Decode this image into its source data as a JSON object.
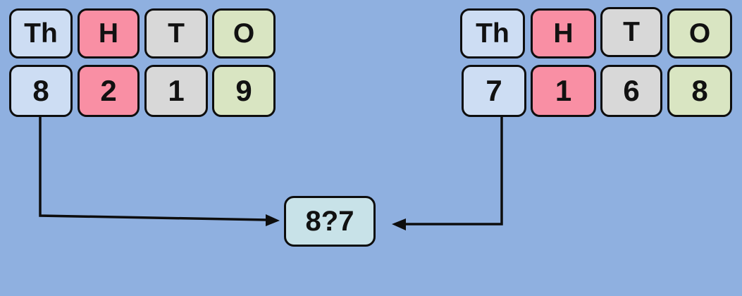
{
  "colors": {
    "background": "#8FB0E0",
    "thousands-fill": "#CDDDF3",
    "hundreds-fill": "#F98FA4",
    "tens-fill": "#D8D8D8",
    "ones-fill": "#D9E5C2",
    "compare-fill": "#C8E2E8",
    "line": "#0D0D0D"
  },
  "left_number": {
    "headers": [
      "Th",
      "H",
      "T",
      "O"
    ],
    "digits": [
      "8",
      "2",
      "1",
      "9"
    ]
  },
  "right_number": {
    "headers": [
      "Th",
      "H",
      "T",
      "O"
    ],
    "digits": [
      "7",
      "1",
      "6",
      "8"
    ]
  },
  "comparison": {
    "value": "8?7"
  }
}
